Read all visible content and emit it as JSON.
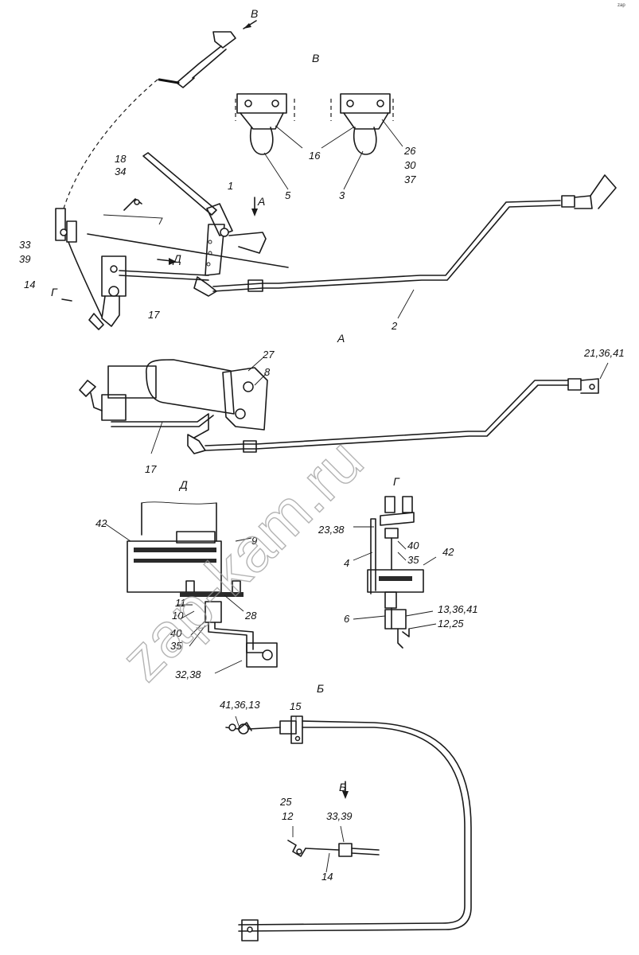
{
  "views": {
    "v_top": "В",
    "v_title": "В",
    "a_arrow": "А",
    "a_title": "А",
    "d_arrow": "Д",
    "d_title": "Д",
    "g_arrow": "Г",
    "g_title": "Г",
    "b_title": "Б",
    "b_arrow": "Б"
  },
  "labels": {
    "l1": "1",
    "l2": "2",
    "l3": "3",
    "l4": "4",
    "l5": "5",
    "l6": "6",
    "l8": "8",
    "l9": "9",
    "l11": "11",
    "l10": "10",
    "l14a": "14",
    "l14b": "14",
    "l15": "15",
    "l16": "16",
    "l17a": "17",
    "l17b": "17",
    "l18": "18",
    "l34": "34",
    "l26": "26",
    "l30": "30",
    "l37": "37",
    "l27": "27",
    "l28": "28",
    "l33a": "33",
    "l39a": "39",
    "l21_36_41": "21,36,41",
    "l42a": "42",
    "l42b": "42",
    "l23_38": "23,38",
    "l40a": "40",
    "l35a": "35",
    "l40b": "40",
    "l35b": "35",
    "l13_36_41": "13,36,41",
    "l12_25a": "12,25",
    "l32_38": "32,38",
    "l41_36_13": "41,36,13",
    "l25": "25",
    "l12": "12",
    "l33_39": "33,39"
  },
  "watermark": "zap-kam.ru",
  "corner_mark": "zap"
}
